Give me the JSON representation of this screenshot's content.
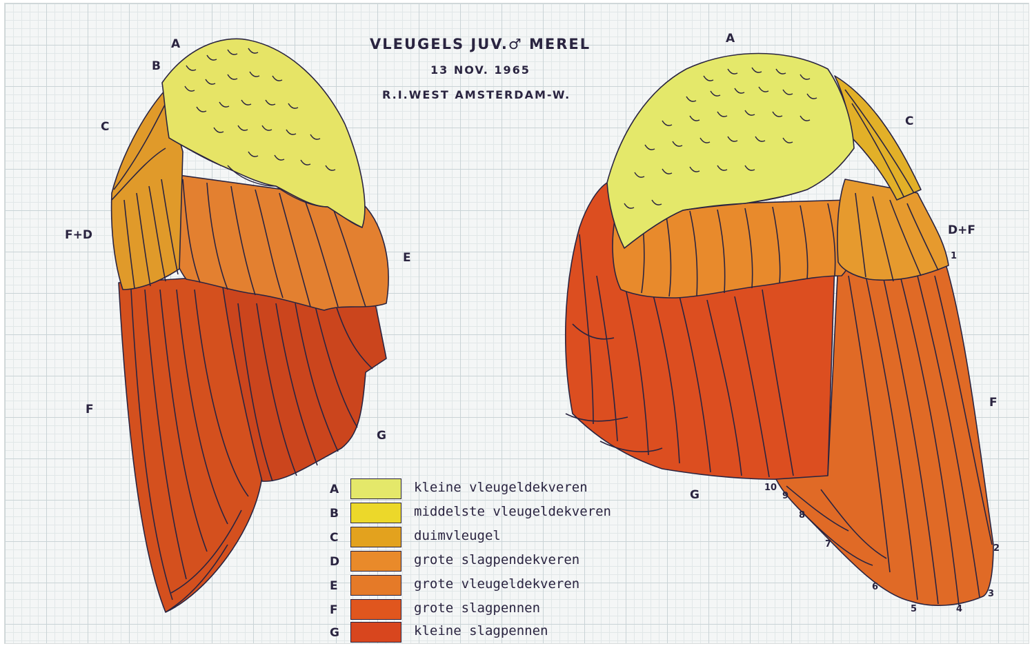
{
  "title": {
    "line1": "VLEUGELS JUV.♂ MEREL",
    "line2": "13 NOV. 1965",
    "line3": "R.I.WEST AMSTERDAM-W."
  },
  "wing_labels": {
    "left": [
      "A",
      "B",
      "C",
      "F+D",
      "E",
      "F",
      "G"
    ],
    "right": [
      "A",
      "C",
      "D+F",
      "F",
      "G"
    ]
  },
  "feather_numbers": [
    "1",
    "2",
    "3",
    "4",
    "5",
    "6",
    "7",
    "8",
    "9",
    "10"
  ],
  "legend": [
    {
      "letter": "A",
      "text": "kleine vleugeldekveren",
      "color": "#e4e86a"
    },
    {
      "letter": "B",
      "text": "middelste vleugeldekveren",
      "color": "#ecd82a"
    },
    {
      "letter": "C",
      "text": "duimvleugel",
      "color": "#e3a21e"
    },
    {
      "letter": "D",
      "text": "grote slagpendekveren",
      "color": "#e98a2a"
    },
    {
      "letter": "E",
      "text": "grote vleugeldekveren",
      "color": "#e57a28"
    },
    {
      "letter": "F",
      "text": "grote slagpennen",
      "color": "#e0561e"
    },
    {
      "letter": "G",
      "text": "kleine slagpennen",
      "color": "#d8461e"
    }
  ],
  "colors": {
    "ink": "#2a2440",
    "yellow_green": "#e4e86a",
    "orange": "#e98a2a",
    "red_orange": "#d8461e"
  }
}
